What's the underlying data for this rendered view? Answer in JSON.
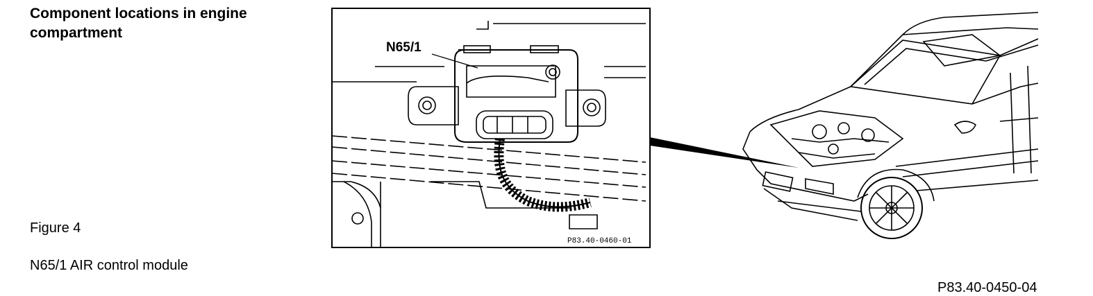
{
  "heading": "Component locations in engine compartment",
  "figure_label": "Figure 4",
  "legend": "N65/1 AIR control module",
  "inset": {
    "component_label": "N65/1",
    "reference": "P83.40-0460-01"
  },
  "bottom_reference": "P83.40-0450-04"
}
